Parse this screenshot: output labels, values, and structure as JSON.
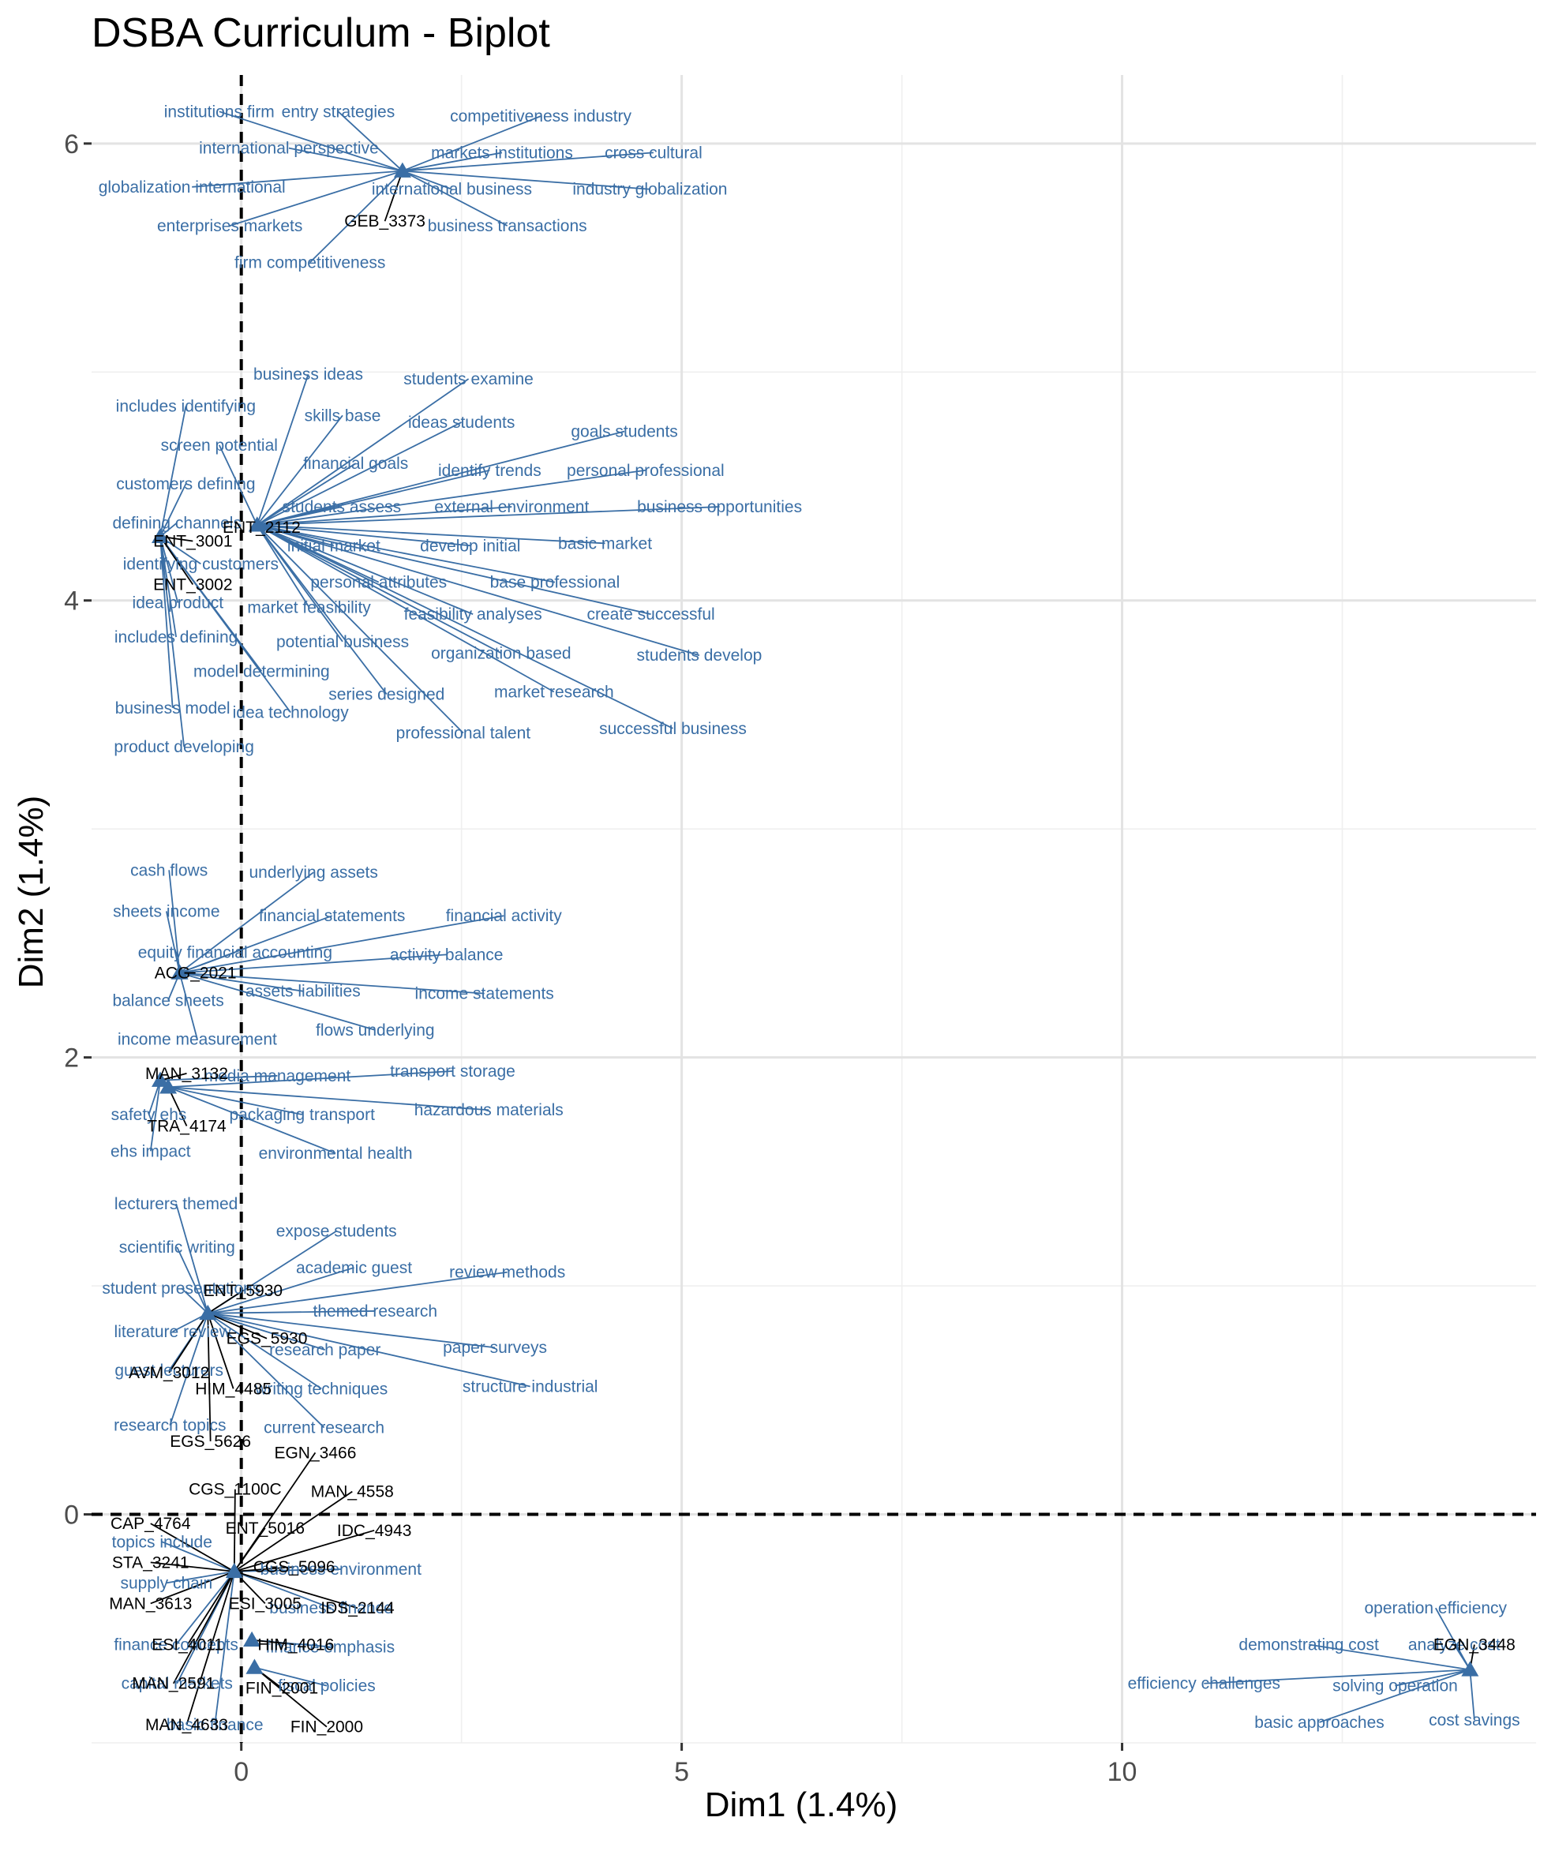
{
  "chart_data": {
    "type": "scatter",
    "title": "DSBA Curriculum - Biplot",
    "xlabel": "Dim1 (1.4%)",
    "ylabel": "Dim2 (1.4%)",
    "xlim": [
      -1.7,
      14.7
    ],
    "ylim": [
      -1.0,
      6.3
    ],
    "x_ticks": [
      0,
      5,
      10
    ],
    "y_ticks": [
      0,
      2,
      4,
      6
    ],
    "grid": true,
    "reference_lines": {
      "x": 0,
      "y": 0,
      "style": "dashed"
    },
    "series": [
      {
        "name": "courses",
        "marker": "triangle",
        "color": "#3a6ea5",
        "points": [
          {
            "x": 1.83,
            "y": 5.88
          },
          {
            "x": 0.18,
            "y": 4.33
          },
          {
            "x": -0.92,
            "y": 4.28
          },
          {
            "x": -0.7,
            "y": 2.37
          },
          {
            "x": -0.92,
            "y": 1.9
          },
          {
            "x": -0.83,
            "y": 1.87
          },
          {
            "x": -0.38,
            "y": 0.88
          },
          {
            "x": -0.08,
            "y": -0.25
          },
          {
            "x": 0.12,
            "y": -0.55
          },
          {
            "x": 0.15,
            "y": -0.67
          },
          {
            "x": 13.95,
            "y": -0.68
          }
        ]
      }
    ],
    "course_labels": [
      {
        "text": "GEB_3373",
        "x": 1.63,
        "y": 5.66,
        "px": 1.83,
        "py": 5.88
      },
      {
        "text": "ENT_2112",
        "x": 0.23,
        "y": 4.32,
        "px": 0.18,
        "py": 4.33
      },
      {
        "text": "ENT_3001",
        "x": -0.55,
        "y": 4.26,
        "px": -0.92,
        "py": 4.28
      },
      {
        "text": "ENT_3002",
        "x": -0.55,
        "y": 4.07,
        "px": -0.92,
        "py": 4.28
      },
      {
        "text": "ACG_2021",
        "x": -0.52,
        "y": 2.37,
        "px": -0.7,
        "py": 2.37
      },
      {
        "text": "MAN_3132",
        "x": -0.62,
        "y": 1.93,
        "px": -0.92,
        "py": 1.9
      },
      {
        "text": "TRA_4174",
        "x": -0.62,
        "y": 1.7,
        "px": -0.83,
        "py": 1.87
      },
      {
        "text": "ENT_5930",
        "x": 0.02,
        "y": 0.98,
        "px": -0.38,
        "py": 0.88
      },
      {
        "text": "EGS_5930",
        "x": 0.29,
        "y": 0.77,
        "px": -0.38,
        "py": 0.88
      },
      {
        "text": "AVM_3012",
        "x": -0.82,
        "y": 0.62,
        "px": -0.38,
        "py": 0.88
      },
      {
        "text": "HIM_4485",
        "x": -0.09,
        "y": 0.55,
        "px": -0.38,
        "py": 0.88
      },
      {
        "text": "EGS_5626",
        "x": -0.35,
        "y": 0.32,
        "px": -0.38,
        "py": 0.88
      },
      {
        "text": "EGN_3466",
        "x": 0.84,
        "y": 0.27,
        "px": -0.08,
        "py": -0.25
      },
      {
        "text": "CGS_1100C",
        "x": -0.07,
        "y": 0.11,
        "px": -0.08,
        "py": -0.25
      },
      {
        "text": "MAN_4558",
        "x": 1.26,
        "y": 0.1,
        "px": -0.08,
        "py": -0.25
      },
      {
        "text": "CAP_4764",
        "x": -1.03,
        "y": -0.04,
        "px": -0.08,
        "py": -0.25
      },
      {
        "text": "ENT_5016",
        "x": 0.27,
        "y": -0.06,
        "px": -0.08,
        "py": -0.25
      },
      {
        "text": "IDC_4943",
        "x": 1.51,
        "y": -0.07,
        "px": -0.08,
        "py": -0.25
      },
      {
        "text": "STA_3241",
        "x": -1.03,
        "y": -0.21,
        "px": -0.08,
        "py": -0.25
      },
      {
        "text": "CGS_5096",
        "x": 0.6,
        "y": -0.23,
        "px": -0.08,
        "py": -0.25
      },
      {
        "text": "MAN_3613",
        "x": -1.03,
        "y": -0.39,
        "px": -0.08,
        "py": -0.25
      },
      {
        "text": "ESI_3005",
        "x": 0.27,
        "y": -0.39,
        "px": -0.08,
        "py": -0.25
      },
      {
        "text": "IDS_2144",
        "x": 1.32,
        "y": -0.41,
        "px": -0.08,
        "py": -0.25
      },
      {
        "text": "ESI_4011",
        "x": -0.61,
        "y": -0.57,
        "px": -0.08,
        "py": -0.25
      },
      {
        "text": "HIM_4016",
        "x": 0.62,
        "y": -0.57,
        "px": 0.12,
        "py": -0.55
      },
      {
        "text": "MAN_2591",
        "x": -0.77,
        "y": -0.74,
        "px": -0.08,
        "py": -0.25
      },
      {
        "text": "FIN_2001",
        "x": 0.46,
        "y": -0.76,
        "px": 0.15,
        "py": -0.67
      },
      {
        "text": "MAN_4633",
        "x": -0.62,
        "y": -0.92,
        "px": -0.08,
        "py": -0.25
      },
      {
        "text": "FIN_2000",
        "x": 0.97,
        "y": -0.93,
        "px": 0.15,
        "py": -0.67
      },
      {
        "text": "EGN_3448",
        "x": 14.0,
        "y": -0.57,
        "px": 13.95,
        "py": -0.68
      }
    ],
    "word_labels": [
      {
        "text": "institutions firm",
        "x": -0.25,
        "y": 6.14,
        "px": 1.83,
        "py": 5.88
      },
      {
        "text": "entry strategies",
        "x": 1.1,
        "y": 6.14,
        "px": 1.83,
        "py": 5.88
      },
      {
        "text": "competitiveness industry",
        "x": 3.4,
        "y": 6.12,
        "px": 1.83,
        "py": 5.88
      },
      {
        "text": "international perspective",
        "x": 0.54,
        "y": 5.98,
        "px": 1.83,
        "py": 5.88
      },
      {
        "text": "markets institutions",
        "x": 2.96,
        "y": 5.96,
        "px": 1.83,
        "py": 5.88
      },
      {
        "text": "cross cultural",
        "x": 4.68,
        "y": 5.96,
        "px": 1.83,
        "py": 5.88
      },
      {
        "text": "globalization international",
        "x": -0.56,
        "y": 5.81,
        "px": 1.83,
        "py": 5.88
      },
      {
        "text": "international business",
        "x": 2.39,
        "y": 5.8,
        "px": 1.83,
        "py": 5.88
      },
      {
        "text": "industry globalization",
        "x": 4.64,
        "y": 5.8,
        "px": 1.83,
        "py": 5.88
      },
      {
        "text": "enterprises markets",
        "x": -0.13,
        "y": 5.64,
        "px": 1.83,
        "py": 5.88
      },
      {
        "text": "business transactions",
        "x": 3.02,
        "y": 5.64,
        "px": 1.83,
        "py": 5.88
      },
      {
        "text": "firm competitiveness",
        "x": 0.78,
        "y": 5.48,
        "px": 1.83,
        "py": 5.88
      },
      {
        "text": "business ideas",
        "x": 0.76,
        "y": 4.99,
        "px": 0.18,
        "py": 4.33
      },
      {
        "text": "students examine",
        "x": 2.58,
        "y": 4.97,
        "px": 0.18,
        "py": 4.33
      },
      {
        "text": "includes identifying",
        "x": -0.63,
        "y": 4.85,
        "px": -0.92,
        "py": 4.28
      },
      {
        "text": "skills base",
        "x": 1.15,
        "y": 4.81,
        "px": 0.18,
        "py": 4.33
      },
      {
        "text": "ideas students",
        "x": 2.5,
        "y": 4.78,
        "px": 0.18,
        "py": 4.33
      },
      {
        "text": "goals students",
        "x": 4.35,
        "y": 4.74,
        "px": 0.18,
        "py": 4.33
      },
      {
        "text": "screen potential",
        "x": -0.25,
        "y": 4.68,
        "px": 0.18,
        "py": 4.33
      },
      {
        "text": "financial goals",
        "x": 1.3,
        "y": 4.6,
        "px": 0.18,
        "py": 4.33
      },
      {
        "text": "identify trends",
        "x": 2.82,
        "y": 4.57,
        "px": 0.18,
        "py": 4.33
      },
      {
        "text": "personal professional",
        "x": 4.59,
        "y": 4.57,
        "px": 0.18,
        "py": 4.33
      },
      {
        "text": "customers defining",
        "x": -0.63,
        "y": 4.51,
        "px": -0.92,
        "py": 4.28
      },
      {
        "text": "students assess",
        "x": 1.14,
        "y": 4.41,
        "px": 0.18,
        "py": 4.33
      },
      {
        "text": "external environment",
        "x": 3.07,
        "y": 4.41,
        "px": 0.18,
        "py": 4.33
      },
      {
        "text": "business opportunities",
        "x": 5.43,
        "y": 4.41,
        "px": 0.18,
        "py": 4.33
      },
      {
        "text": "defining channels",
        "x": -0.73,
        "y": 4.34,
        "px": -0.92,
        "py": 4.28
      },
      {
        "text": "initial market",
        "x": 1.05,
        "y": 4.24,
        "px": 0.18,
        "py": 4.33
      },
      {
        "text": "develop initial",
        "x": 2.6,
        "y": 4.24,
        "px": 0.18,
        "py": 4.33
      },
      {
        "text": "basic market",
        "x": 4.13,
        "y": 4.25,
        "px": 0.18,
        "py": 4.33
      },
      {
        "text": "identifying customers",
        "x": -0.46,
        "y": 4.16,
        "px": -0.92,
        "py": 4.28
      },
      {
        "text": "personal attributes",
        "x": 1.56,
        "y": 4.08,
        "px": 0.18,
        "py": 4.33
      },
      {
        "text": "base professional",
        "x": 3.56,
        "y": 4.08,
        "px": 0.18,
        "py": 4.33
      },
      {
        "text": "idea product",
        "x": -0.72,
        "y": 3.99,
        "px": -0.92,
        "py": 4.28
      },
      {
        "text": "market feasibility",
        "x": 0.77,
        "y": 3.97,
        "px": 0.18,
        "py": 4.33
      },
      {
        "text": "feasibility analyses",
        "x": 2.63,
        "y": 3.94,
        "px": 0.18,
        "py": 4.33
      },
      {
        "text": "create successful",
        "x": 4.65,
        "y": 3.94,
        "px": 0.18,
        "py": 4.33
      },
      {
        "text": "organization based",
        "x": 2.95,
        "y": 3.77,
        "px": 0.18,
        "py": 4.33
      },
      {
        "text": "students develop",
        "x": 5.2,
        "y": 3.76,
        "px": 0.18,
        "py": 4.33
      },
      {
        "text": "includes defining",
        "x": -0.74,
        "y": 3.84,
        "px": -0.92,
        "py": 4.28
      },
      {
        "text": "potential business",
        "x": 1.15,
        "y": 3.82,
        "px": 0.18,
        "py": 4.33
      },
      {
        "text": "market research",
        "x": 3.55,
        "y": 3.6,
        "px": 0.18,
        "py": 4.33
      },
      {
        "text": "series designed",
        "x": 1.65,
        "y": 3.59,
        "px": 0.18,
        "py": 4.33
      },
      {
        "text": "model determining",
        "x": 0.23,
        "y": 3.69,
        "px": -0.92,
        "py": 4.28
      },
      {
        "text": "successful business",
        "x": 4.9,
        "y": 3.44,
        "px": 0.18,
        "py": 4.33
      },
      {
        "text": "professional talent",
        "x": 2.52,
        "y": 3.42,
        "px": 0.18,
        "py": 4.33
      },
      {
        "text": "idea technology",
        "x": 0.56,
        "y": 3.51,
        "px": -0.92,
        "py": 4.28
      },
      {
        "text": "business model",
        "x": -0.78,
        "y": 3.53,
        "px": -0.92,
        "py": 4.28
      },
      {
        "text": "product developing",
        "x": -0.65,
        "y": 3.36,
        "px": -0.92,
        "py": 4.28
      },
      {
        "text": "cash flows",
        "x": -0.82,
        "y": 2.82,
        "px": -0.7,
        "py": 2.37
      },
      {
        "text": "underlying assets",
        "x": 0.82,
        "y": 2.81,
        "px": -0.7,
        "py": 2.37
      },
      {
        "text": "sheets income",
        "x": -0.85,
        "y": 2.64,
        "px": -0.7,
        "py": 2.37
      },
      {
        "text": "financial statements",
        "x": 1.03,
        "y": 2.62,
        "px": -0.7,
        "py": 2.37
      },
      {
        "text": "financial activity",
        "x": 2.98,
        "y": 2.62,
        "px": -0.7,
        "py": 2.37
      },
      {
        "text": "equity financial accounting",
        "x": -0.07,
        "y": 2.46,
        "px": -0.7,
        "py": 2.37
      },
      {
        "text": "activity balance",
        "x": 2.33,
        "y": 2.45,
        "px": -0.7,
        "py": 2.37
      },
      {
        "text": "assets liabilities",
        "x": 0.7,
        "y": 2.29,
        "px": -0.7,
        "py": 2.37
      },
      {
        "text": "income statements",
        "x": 2.76,
        "y": 2.28,
        "px": -0.7,
        "py": 2.37
      },
      {
        "text": "balance sheets",
        "x": -0.83,
        "y": 2.25,
        "px": -0.7,
        "py": 2.37
      },
      {
        "text": "flows underlying",
        "x": 1.52,
        "y": 2.12,
        "px": -0.7,
        "py": 2.37
      },
      {
        "text": "income measurement",
        "x": -0.5,
        "y": 2.08,
        "px": -0.7,
        "py": 2.37
      },
      {
        "text": "transport storage",
        "x": 2.4,
        "y": 1.94,
        "px": -0.83,
        "py": 1.87
      },
      {
        "text": "media management",
        "x": 0.41,
        "y": 1.92,
        "px": -0.92,
        "py": 1.9
      },
      {
        "text": "hazardous materials",
        "x": 2.81,
        "y": 1.77,
        "px": -0.83,
        "py": 1.87
      },
      {
        "text": "safety ehs",
        "x": -1.05,
        "y": 1.75,
        "px": -0.92,
        "py": 1.9
      },
      {
        "text": "packaging transport",
        "x": 0.69,
        "y": 1.75,
        "px": -0.83,
        "py": 1.87
      },
      {
        "text": "environmental health",
        "x": 1.07,
        "y": 1.58,
        "px": -0.83,
        "py": 1.87
      },
      {
        "text": "ehs impact",
        "x": -1.03,
        "y": 1.59,
        "px": -0.92,
        "py": 1.9
      },
      {
        "text": "lecturers themed",
        "x": -0.74,
        "y": 1.36,
        "px": -0.38,
        "py": 0.88
      },
      {
        "text": "expose students",
        "x": 1.08,
        "y": 1.24,
        "px": -0.38,
        "py": 0.88
      },
      {
        "text": "scientific writing",
        "x": -0.73,
        "y": 1.17,
        "px": -0.38,
        "py": 0.88
      },
      {
        "text": "academic guest",
        "x": 1.28,
        "y": 1.08,
        "px": -0.38,
        "py": 0.88
      },
      {
        "text": "review methods",
        "x": 3.02,
        "y": 1.06,
        "px": -0.38,
        "py": 0.88
      },
      {
        "text": "student presentations",
        "x": -0.68,
        "y": 0.99,
        "px": -0.38,
        "py": 0.88
      },
      {
        "text": "themed research",
        "x": 1.52,
        "y": 0.89,
        "px": -0.38,
        "py": 0.88
      },
      {
        "text": "literature review",
        "x": -0.78,
        "y": 0.8,
        "px": -0.38,
        "py": 0.88
      },
      {
        "text": "research paper",
        "x": 0.95,
        "y": 0.72,
        "px": -0.38,
        "py": 0.88
      },
      {
        "text": "paper surveys",
        "x": 2.88,
        "y": 0.73,
        "px": -0.38,
        "py": 0.88
      },
      {
        "text": "guest lecturers",
        "x": -0.82,
        "y": 0.63,
        "px": -0.38,
        "py": 0.88
      },
      {
        "text": "writing techniques",
        "x": 0.91,
        "y": 0.55,
        "px": -0.38,
        "py": 0.88
      },
      {
        "text": "structure industrial",
        "x": 3.28,
        "y": 0.56,
        "px": -0.38,
        "py": 0.88
      },
      {
        "text": "research topics",
        "x": -0.81,
        "y": 0.39,
        "px": -0.38,
        "py": 0.88
      },
      {
        "text": "current research",
        "x": 0.94,
        "y": 0.38,
        "px": -0.38,
        "py": 0.88
      },
      {
        "text": "topics include",
        "x": -0.9,
        "y": -0.12,
        "px": -0.08,
        "py": -0.25
      },
      {
        "text": "business environment",
        "x": 1.13,
        "y": -0.24,
        "px": -0.08,
        "py": -0.25
      },
      {
        "text": "supply chain",
        "x": -0.85,
        "y": -0.3,
        "px": -0.08,
        "py": -0.25
      },
      {
        "text": "business finance",
        "x": 1.02,
        "y": -0.41,
        "px": -0.08,
        "py": -0.25
      },
      {
        "text": "finance concepts",
        "x": -0.74,
        "y": -0.57,
        "px": -0.08,
        "py": -0.25
      },
      {
        "text": "finance emphasis",
        "x": 1.01,
        "y": -0.58,
        "px": 0.12,
        "py": -0.55
      },
      {
        "text": "capital markets",
        "x": -0.73,
        "y": -0.74,
        "px": -0.08,
        "py": -0.25
      },
      {
        "text": "fiscal policies",
        "x": 0.97,
        "y": -0.75,
        "px": 0.15,
        "py": -0.67
      },
      {
        "text": "basic finance",
        "x": -0.3,
        "y": -0.92,
        "px": -0.08,
        "py": -0.25
      },
      {
        "text": "operation efficiency",
        "x": 13.56,
        "y": -0.41,
        "px": 13.95,
        "py": -0.68
      },
      {
        "text": "demonstrating cost",
        "x": 12.12,
        "y": -0.57,
        "px": 13.95,
        "py": -0.68
      },
      {
        "text": "analyze cost",
        "x": 13.77,
        "y": -0.57,
        "px": 13.95,
        "py": -0.68
      },
      {
        "text": "efficiency challenges",
        "x": 10.93,
        "y": -0.74,
        "px": 13.95,
        "py": -0.68
      },
      {
        "text": "solving operation",
        "x": 13.1,
        "y": -0.75,
        "px": 13.95,
        "py": -0.68
      },
      {
        "text": "basic approaches",
        "x": 12.24,
        "y": -0.91,
        "px": 13.95,
        "py": -0.68
      },
      {
        "text": "cost savings",
        "x": 14.0,
        "y": -0.9,
        "px": 13.95,
        "py": -0.68
      }
    ]
  }
}
